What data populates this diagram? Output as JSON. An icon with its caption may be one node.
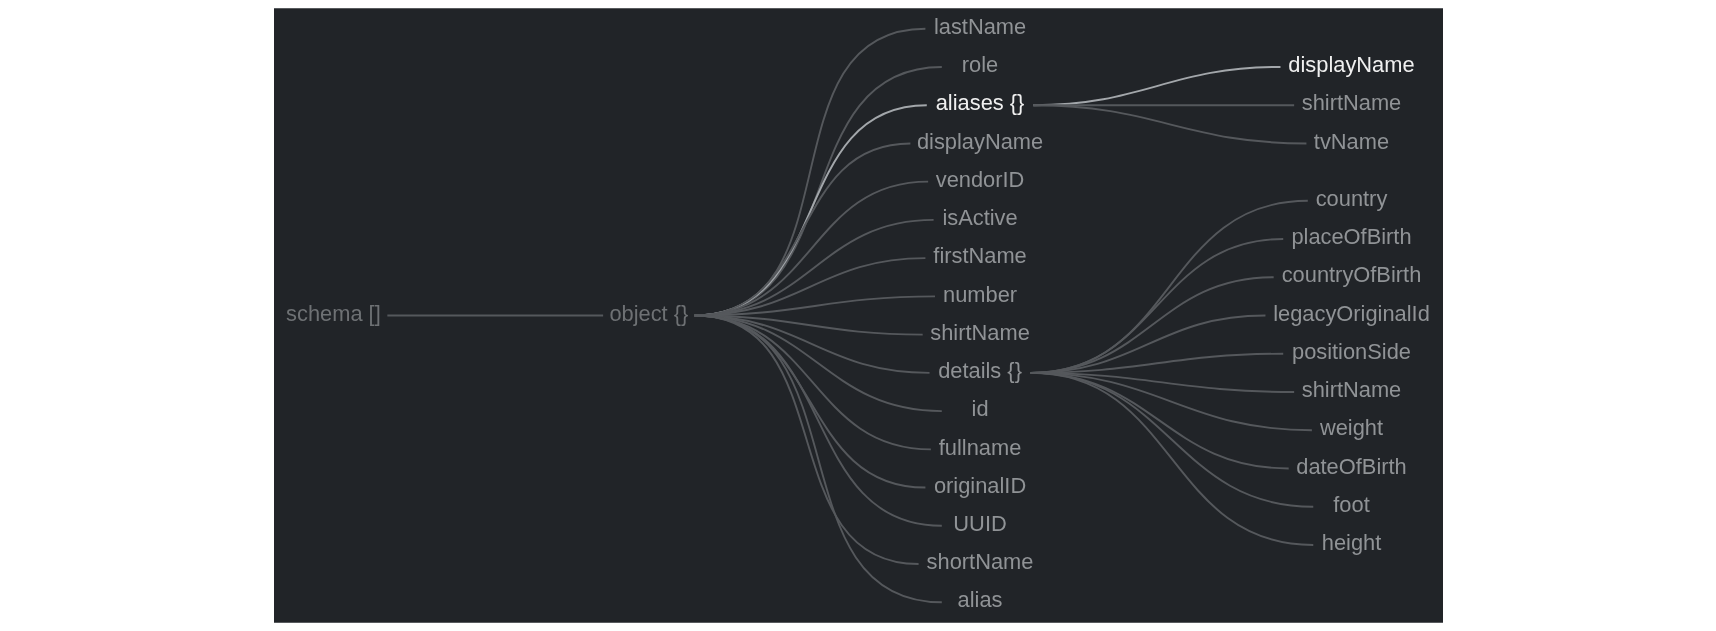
{
  "diagram": {
    "nodes": [
      {
        "text": [
          "schema []"
        ]
      },
      {
        "text": [
          "object {}"
        ]
      },
      {
        "text": [
          "lastName"
        ]
      },
      {
        "text": [
          "role"
        ]
      },
      {
        "text": [
          "aliases {}"
        ]
      },
      {
        "text": [
          "displayName"
        ]
      },
      {
        "text": [
          "vendorID"
        ]
      },
      {
        "text": [
          "isActive"
        ]
      },
      {
        "text": [
          "firstName"
        ]
      },
      {
        "text": [
          "number"
        ]
      },
      {
        "text": [
          "shirtName"
        ]
      },
      {
        "text": [
          "details {}"
        ]
      },
      {
        "text": [
          "id"
        ]
      },
      {
        "text": [
          "fullname"
        ]
      },
      {
        "text": [
          "originalID"
        ]
      },
      {
        "text": [
          "UUID"
        ]
      },
      {
        "text": [
          "shortName"
        ]
      },
      {
        "text": [
          "alias"
        ]
      },
      {
        "text": [
          "displayName"
        ]
      },
      {
        "text": [
          "shirtName"
        ]
      },
      {
        "text": [
          "tvName"
        ]
      },
      {
        "text": [
          "country"
        ]
      },
      {
        "text": [
          "placeOfBirth"
        ]
      },
      {
        "text": [
          "countryOfBirth"
        ]
      },
      {
        "text": [
          "legacyOriginalId"
        ]
      },
      {
        "text": [
          "positionSide"
        ]
      },
      {
        "text": [
          "shirtName"
        ]
      },
      {
        "text": [
          "weight"
        ]
      },
      {
        "text": [
          "dateOfBirth"
        ]
      },
      {
        "text": [
          "foot"
        ]
      },
      {
        "text": [
          "height"
        ]
      }
    ],
    "edges": [
      {
        "from": 0,
        "to": 1,
        "arrow": "none"
      },
      {
        "from": 1,
        "to": 2,
        "arrow": "none"
      },
      {
        "from": 1,
        "to": 3,
        "arrow": "none"
      },
      {
        "from": 1,
        "to": 4,
        "arrow": "none",
        "color": "#a3a7ab"
      },
      {
        "from": 1,
        "to": 5,
        "arrow": "none"
      },
      {
        "from": 1,
        "to": 6,
        "arrow": "none"
      },
      {
        "from": 1,
        "to": 7,
        "arrow": "none"
      },
      {
        "from": 1,
        "to": 8,
        "arrow": "none"
      },
      {
        "from": 1,
        "to": 9,
        "arrow": "none"
      },
      {
        "from": 1,
        "to": 10,
        "arrow": "none"
      },
      {
        "from": 1,
        "to": 11,
        "arrow": "none"
      },
      {
        "from": 1,
        "to": 12,
        "arrow": "none"
      },
      {
        "from": 1,
        "to": 13,
        "arrow": "none"
      },
      {
        "from": 1,
        "to": 14,
        "arrow": "none"
      },
      {
        "from": 1,
        "to": 15,
        "arrow": "none"
      },
      {
        "from": 1,
        "to": 16,
        "arrow": "none"
      },
      {
        "from": 1,
        "to": 17,
        "arrow": "none"
      },
      {
        "from": 4,
        "to": 18,
        "arrow": "none",
        "color": "#a3a7ab"
      },
      {
        "from": 4,
        "to": 19,
        "arrow": "none"
      },
      {
        "from": 4,
        "to": 20,
        "arrow": "none"
      },
      {
        "from": 11,
        "to": 21,
        "arrow": "none"
      },
      {
        "from": 11,
        "to": 22,
        "arrow": "none"
      },
      {
        "from": 11,
        "to": 23,
        "arrow": "none"
      },
      {
        "from": 11,
        "to": 24,
        "arrow": "none"
      },
      {
        "from": 11,
        "to": 25,
        "arrow": "none"
      },
      {
        "from": 11,
        "to": 26,
        "arrow": "none"
      },
      {
        "from": 11,
        "to": 27,
        "arrow": "none"
      },
      {
        "from": 11,
        "to": 28,
        "arrow": "none"
      },
      {
        "from": 11,
        "to": 29,
        "arrow": "none"
      },
      {
        "from": 11,
        "to": 30,
        "arrow": "none"
      }
    ]
  }
}
